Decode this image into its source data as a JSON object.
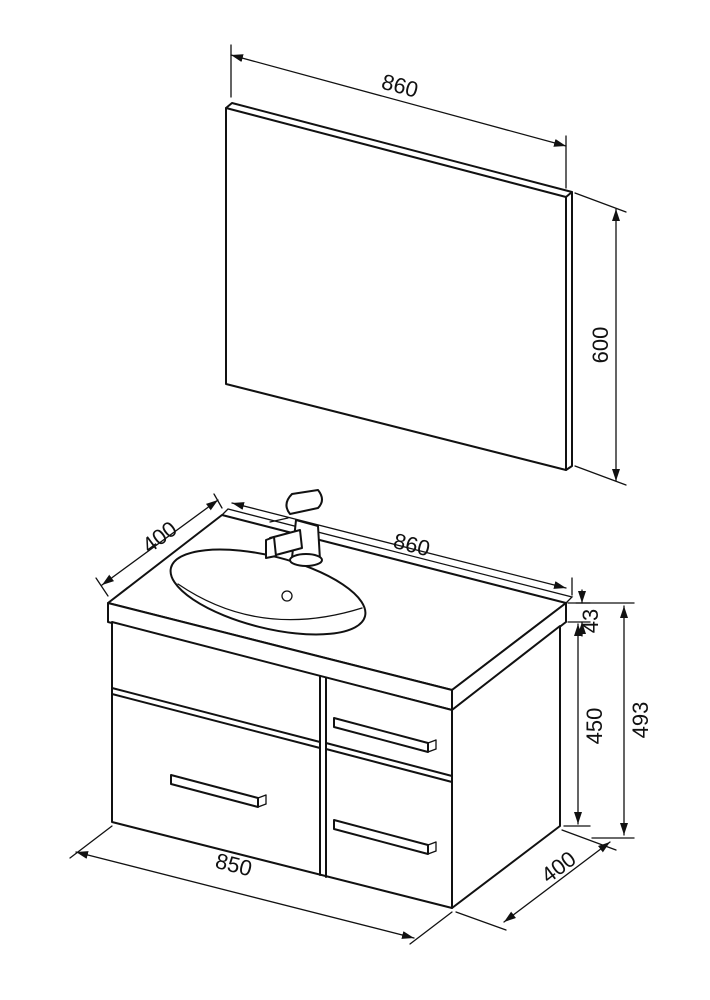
{
  "dimensions": {
    "mirror_width": "860",
    "mirror_height": "600",
    "top_width": "860",
    "top_depth": "400",
    "top_thickness": "43",
    "cabinet_height": "450",
    "overall_height": "493",
    "cabinet_width": "850",
    "cabinet_depth": "400"
  }
}
